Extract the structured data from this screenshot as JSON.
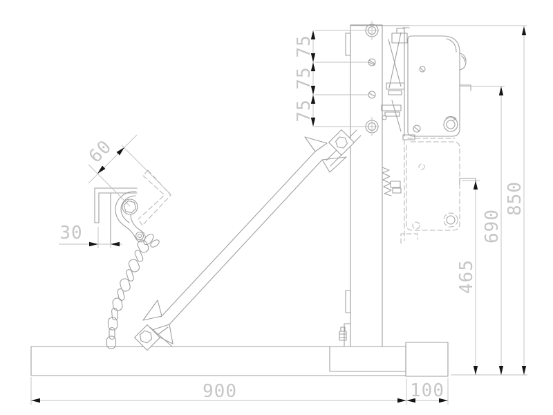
{
  "drawing": {
    "colors": {
      "background": "#ffffff",
      "part_line": "#9f9f9f",
      "hidden_line": "#b3b3b3",
      "dimension_line": "#bfbfbf",
      "dimension_text": "#c6c6c6",
      "arrow": "#161616"
    },
    "dimensions": {
      "column_hole_spacing_1": "75",
      "column_hole_spacing_2": "75",
      "column_hole_spacing_3": "75",
      "hook_diagonal_width": "60",
      "hook_offset": "30",
      "overall_height": "850",
      "upper_ledge_height": "690",
      "lower_ledge_height": "465",
      "base_length": "900",
      "pedestal_width": "100"
    }
  }
}
